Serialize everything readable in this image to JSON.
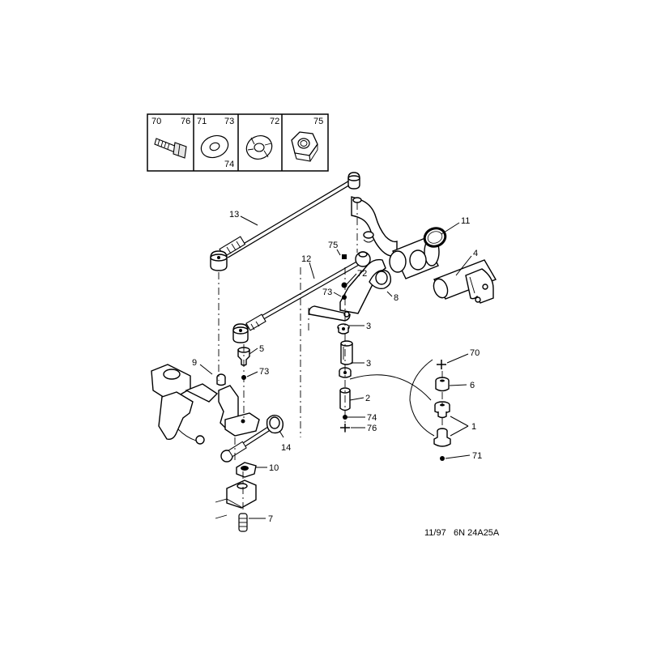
{
  "hardware_box": {
    "cells": [
      {
        "id": "bolt",
        "labels": [
          "70",
          "76"
        ]
      },
      {
        "id": "flat-washer",
        "labels": [
          "71",
          "73",
          "74"
        ]
      },
      {
        "id": "lock-washer",
        "labels": [
          "72"
        ]
      },
      {
        "id": "nut",
        "labels": [
          "75"
        ]
      }
    ]
  },
  "callouts": {
    "c13": "13",
    "c12": "12",
    "c11": "11",
    "c4": "4",
    "c75": "75",
    "c72": "72",
    "c73a": "73",
    "c8": "8",
    "c3a": "3",
    "c3b": "3",
    "c5": "5",
    "c9": "9",
    "c73b": "73",
    "c2": "2",
    "c74": "74",
    "c76": "76",
    "c14": "14",
    "c10": "10",
    "c7": "7",
    "c70": "70",
    "c6": "6",
    "c1": "1",
    "c71": "71"
  },
  "reference": {
    "date": "11/97",
    "code": "6N 24A25A"
  },
  "icons": [
    "bolt-icon",
    "washer-icon",
    "lock-washer-icon",
    "hex-nut-icon"
  ]
}
